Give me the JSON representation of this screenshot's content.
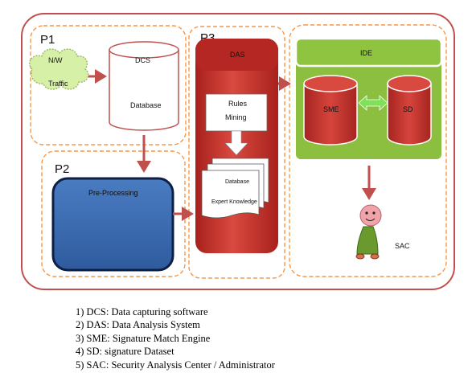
{
  "diagram": {
    "p1_label": "P1",
    "p2_label": "P2",
    "p3_label": "P3",
    "traffic_line1": "N/W",
    "traffic_line2": "Traffic",
    "dcs_label": "DCS",
    "dcs_database_label": "Database",
    "preprocessing_label": "Pre-Processing",
    "das_label": "DAS",
    "rules_line1": "Rules",
    "rules_line2": "Mining",
    "docs_line1": "Database",
    "docs_line2": "Expert Knowledge",
    "ide_label": "IDE",
    "sme_label": "SME",
    "sd_label": "SD",
    "sac_label": "SAC"
  },
  "legend": [
    "1)  DCS: Data capturing software",
    "2)  DAS: Data Analysis System",
    "3)  SME: Signature Match Engine",
    "4)  SD: signature Dataset",
    "5)  SAC: Security Analysis Center / Administrator"
  ],
  "colors": {
    "outer_border": "#c0504d",
    "dash_border": "#f79646",
    "arrow": "#c0504d",
    "das_red": "#c0302a",
    "ide_green": "#8cbe3f",
    "preprocessing_blue": "#3d6fb6",
    "cloud_green": "#d7f0a8",
    "cylinder_red": "#c0302a"
  }
}
